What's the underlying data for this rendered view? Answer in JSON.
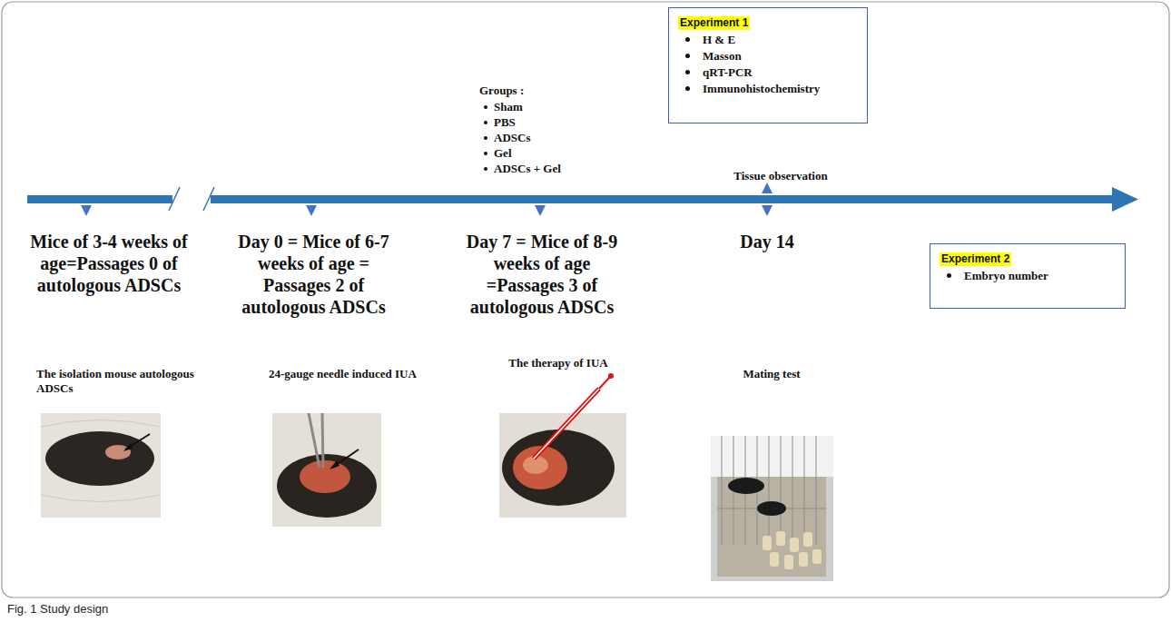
{
  "diagram": {
    "caption": "Fig. 1 Study design",
    "nodes": [
      {
        "text": [
          "Experiment 1",
          "H & E",
          "Masson",
          "qRT-PCR",
          "Immunohistochemistry"
        ]
      },
      {
        "text": [
          "Experiment 2",
          "Embryo number"
        ]
      }
    ],
    "labels": [
      "Groups :",
      "Sham",
      "PBS",
      "ADSCs",
      "Gel",
      "ADSCs + Gel",
      "Tissue observation",
      "Mice of 3-4 weeks of age=Passages 0 of autologous ADSCs",
      "Day 0 = Mice of 6-7 weeks of age = Passages 2 of autologous ADSCs",
      "Day 7 = Mice of 8-9 weeks of age =Passages 3 of autologous ADSCs",
      "Day 14",
      "The isolation mouse autologous ADSCs",
      "24-gauge needle induced IUA",
      "The therapy of IUA",
      "Mating test"
    ]
  }
}
